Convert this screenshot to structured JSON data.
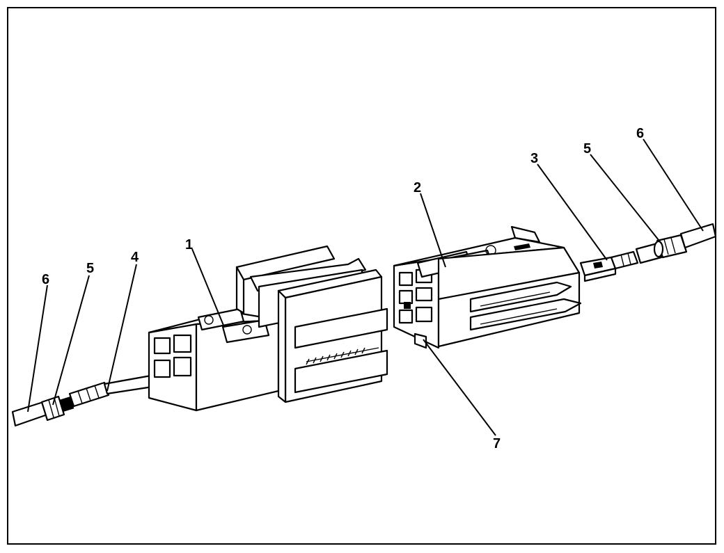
{
  "callouts": {
    "c1": "1",
    "c2": "2",
    "c3": "3",
    "c4": "4",
    "c5_left": "5",
    "c5_right": "5",
    "c6_left": "6",
    "c6_right": "6",
    "c7": "7"
  }
}
